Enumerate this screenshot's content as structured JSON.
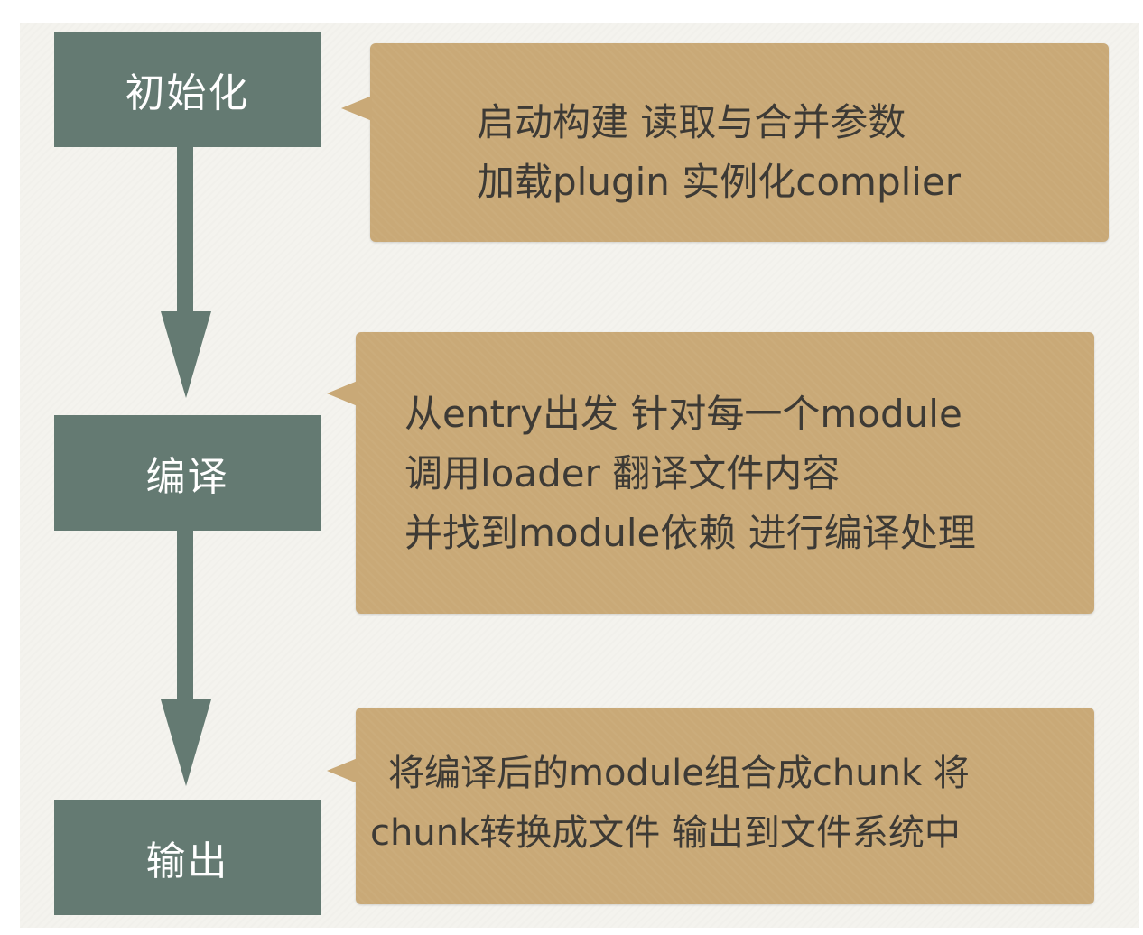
{
  "stages": [
    {
      "label": "初始化"
    },
    {
      "label": "编译"
    },
    {
      "label": "输出"
    }
  ],
  "callouts": [
    {
      "lines": [
        "启动构建 读取与合并参数",
        "加载plugin 实例化complier"
      ]
    },
    {
      "lines": [
        "从entry出发 针对每一个module",
        "调用loader 翻译文件内容",
        "并找到module依赖 进行编译处理"
      ]
    },
    {
      "lines": [
        "将编译后的module组合成chunk 将",
        "chunk转换成文件 输出到文件系统中"
      ]
    }
  ],
  "colors": {
    "stage_fill": "#647a72",
    "callout_fill": "#c9a977",
    "stage_text": "#ffffff",
    "callout_text": "#3d3a35"
  }
}
